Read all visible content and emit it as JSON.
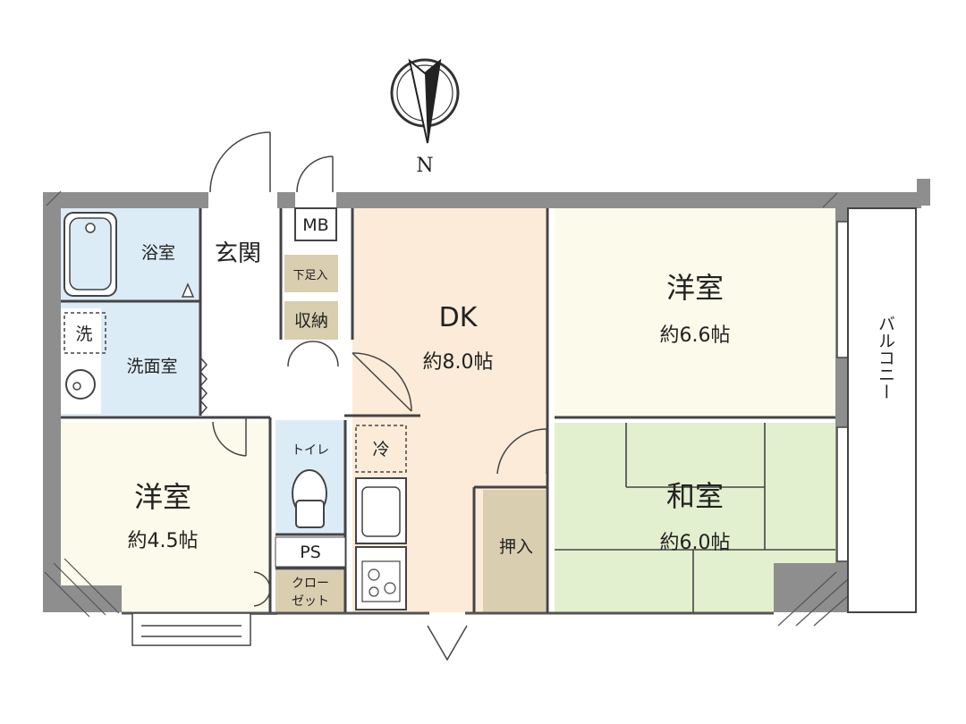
{
  "compass": {
    "north_label": "N"
  },
  "rooms": {
    "bath": "浴室",
    "entrance": "玄関",
    "meter_box": "MB",
    "shoe_storage": "下足入",
    "storage": "収納",
    "washer_mark": "洗",
    "washroom": "洗面室",
    "dk": {
      "name": "DK",
      "size": "約8.0帖"
    },
    "western_1": {
      "name": "洋室",
      "size": "約6.6帖"
    },
    "japanese": {
      "name": "和室",
      "size": "約6.0帖"
    },
    "western_2": {
      "name": "洋室",
      "size": "約4.5帖"
    },
    "toilet": "トイレ",
    "fridge": "冷",
    "pipe_space": "PS",
    "closet_line1": "クロー",
    "closet_line2": "ゼット",
    "oshiire": "押入",
    "balcony": "バルコニー"
  },
  "colors": {
    "wall": "#8e8e8e",
    "bath_area": "#dcecf7",
    "dk_floor": "#fcebd8",
    "western_floor": "#fcfaea",
    "tatami": "#e3f0cf",
    "storage_fill": "#d9ceb0",
    "corridor": "#ffffff"
  }
}
